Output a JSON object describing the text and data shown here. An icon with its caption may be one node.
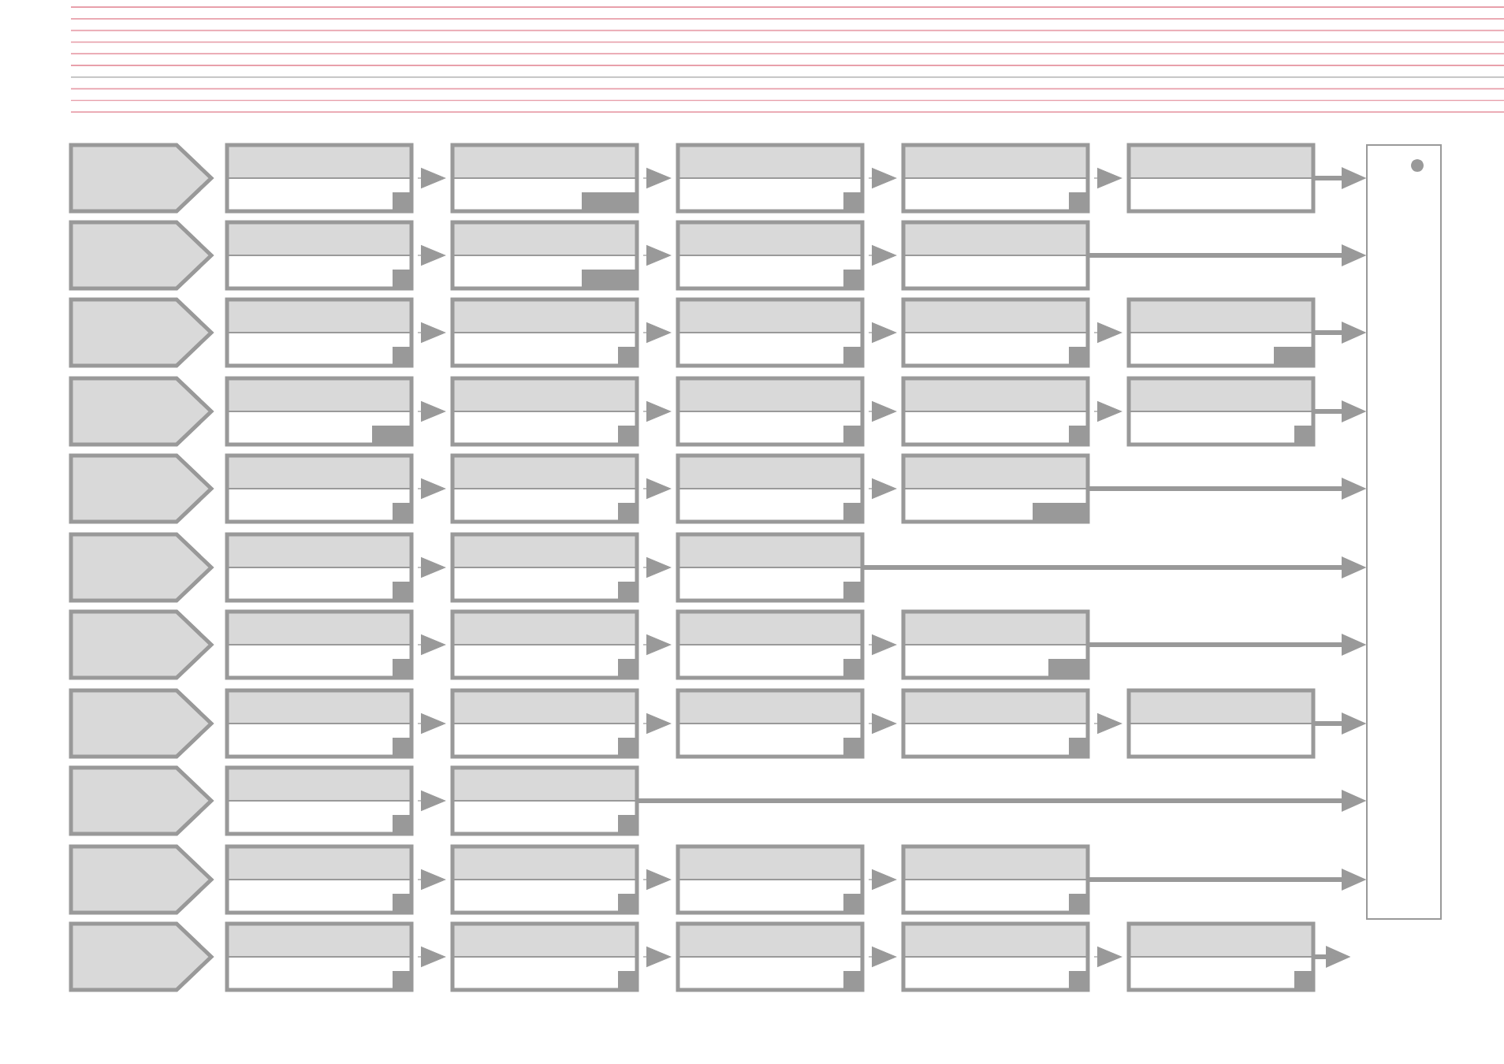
{
  "diagram": {
    "nodes": [
      {
        "text": [],
        "shape": "pentagon"
      },
      {
        "text": [],
        "shape": "box"
      },
      {
        "text": [],
        "shape": "box"
      },
      {
        "text": [],
        "shape": "box"
      },
      {
        "text": [],
        "shape": "box"
      },
      {
        "text": [],
        "shape": "box"
      },
      {
        "text": [],
        "shape": "pentagon"
      },
      {
        "text": [],
        "shape": "box"
      },
      {
        "text": [],
        "shape": "box"
      },
      {
        "text": [],
        "shape": "box"
      },
      {
        "text": [],
        "shape": "box"
      },
      {
        "text": [],
        "shape": "pentagon"
      },
      {
        "text": [],
        "shape": "box"
      },
      {
        "text": [],
        "shape": "box"
      },
      {
        "text": [],
        "shape": "box"
      },
      {
        "text": [],
        "shape": "box"
      },
      {
        "text": [],
        "shape": "box"
      },
      {
        "text": [],
        "shape": "pentagon"
      },
      {
        "text": [],
        "shape": "box"
      },
      {
        "text": [],
        "shape": "box"
      },
      {
        "text": [],
        "shape": "box"
      },
      {
        "text": [],
        "shape": "box"
      },
      {
        "text": [],
        "shape": "box"
      },
      {
        "text": [],
        "shape": "pentagon"
      },
      {
        "text": [],
        "shape": "box"
      },
      {
        "text": [],
        "shape": "box"
      },
      {
        "text": [],
        "shape": "box"
      },
      {
        "text": [],
        "shape": "box"
      },
      {
        "text": [],
        "shape": "pentagon"
      },
      {
        "text": [],
        "shape": "box"
      },
      {
        "text": [],
        "shape": "box"
      },
      {
        "text": [],
        "shape": "box"
      },
      {
        "text": [],
        "shape": "pentagon"
      },
      {
        "text": [],
        "shape": "box"
      },
      {
        "text": [],
        "shape": "box"
      },
      {
        "text": [],
        "shape": "box"
      },
      {
        "text": [],
        "shape": "box"
      },
      {
        "text": [],
        "shape": "pentagon"
      },
      {
        "text": [],
        "shape": "box"
      },
      {
        "text": [],
        "shape": "box"
      },
      {
        "text": [],
        "shape": "box"
      },
      {
        "text": [],
        "shape": "box"
      },
      {
        "text": [],
        "shape": "box"
      },
      {
        "text": [],
        "shape": "pentagon"
      },
      {
        "text": [],
        "shape": "box"
      },
      {
        "text": [],
        "shape": "box"
      },
      {
        "text": [],
        "shape": "pentagon"
      },
      {
        "text": [],
        "shape": "box"
      },
      {
        "text": [],
        "shape": "box"
      },
      {
        "text": [],
        "shape": "box"
      },
      {
        "text": [],
        "shape": "box"
      },
      {
        "text": [],
        "shape": "pentagon"
      },
      {
        "text": [],
        "shape": "box"
      },
      {
        "text": [],
        "shape": "box"
      },
      {
        "text": [],
        "shape": "box"
      },
      {
        "text": [],
        "shape": "box"
      },
      {
        "text": [],
        "shape": "box"
      },
      {
        "text": [],
        "shape": "bar"
      }
    ],
    "edges": [
      {
        "from": 1,
        "to": 2,
        "arrow": "to"
      },
      {
        "from": 2,
        "to": 3,
        "arrow": "to"
      },
      {
        "from": 3,
        "to": 4,
        "arrow": "to"
      },
      {
        "from": 4,
        "to": 5,
        "arrow": "to"
      },
      {
        "from": 5,
        "to": 57,
        "arrow": "to",
        "style": "thick"
      },
      {
        "from": 7,
        "to": 8,
        "arrow": "to"
      },
      {
        "from": 8,
        "to": 9,
        "arrow": "to"
      },
      {
        "from": 9,
        "to": 10,
        "arrow": "to"
      },
      {
        "from": 10,
        "to": 57,
        "arrow": "to",
        "style": "thick"
      },
      {
        "from": 12,
        "to": 13,
        "arrow": "to"
      },
      {
        "from": 13,
        "to": 14,
        "arrow": "to"
      },
      {
        "from": 14,
        "to": 15,
        "arrow": "to"
      },
      {
        "from": 15,
        "to": 16,
        "arrow": "to"
      },
      {
        "from": 16,
        "to": 57,
        "arrow": "to",
        "style": "thick"
      },
      {
        "from": 18,
        "to": 19,
        "arrow": "to"
      },
      {
        "from": 19,
        "to": 20,
        "arrow": "to"
      },
      {
        "from": 20,
        "to": 21,
        "arrow": "to"
      },
      {
        "from": 21,
        "to": 22,
        "arrow": "to"
      },
      {
        "from": 22,
        "to": 57,
        "arrow": "to",
        "style": "thick"
      },
      {
        "from": 24,
        "to": 25,
        "arrow": "to"
      },
      {
        "from": 25,
        "to": 26,
        "arrow": "to"
      },
      {
        "from": 26,
        "to": 27,
        "arrow": "to"
      },
      {
        "from": 27,
        "to": 57,
        "arrow": "to",
        "style": "thick"
      },
      {
        "from": 29,
        "to": 30,
        "arrow": "to"
      },
      {
        "from": 30,
        "to": 31,
        "arrow": "to"
      },
      {
        "from": 31,
        "to": 57,
        "arrow": "to",
        "style": "thick"
      },
      {
        "from": 33,
        "to": 34,
        "arrow": "to"
      },
      {
        "from": 34,
        "to": 35,
        "arrow": "to"
      },
      {
        "from": 35,
        "to": 36,
        "arrow": "to"
      },
      {
        "from": 36,
        "to": 57,
        "arrow": "to",
        "style": "thick"
      },
      {
        "from": 38,
        "to": 39,
        "arrow": "to"
      },
      {
        "from": 39,
        "to": 40,
        "arrow": "to"
      },
      {
        "from": 40,
        "to": 41,
        "arrow": "to"
      },
      {
        "from": 41,
        "to": 42,
        "arrow": "to"
      },
      {
        "from": 42,
        "to": 57,
        "arrow": "to",
        "style": "thick"
      },
      {
        "from": 44,
        "to": 45,
        "arrow": "to"
      },
      {
        "from": 45,
        "to": 57,
        "arrow": "to",
        "style": "thick"
      },
      {
        "from": 47,
        "to": 48,
        "arrow": "to"
      },
      {
        "from": 48,
        "to": 49,
        "arrow": "to"
      },
      {
        "from": 49,
        "to": 50,
        "arrow": "to"
      },
      {
        "from": 50,
        "to": 57,
        "arrow": "to",
        "style": "thick"
      },
      {
        "from": 52,
        "to": 53,
        "arrow": "to"
      },
      {
        "from": 53,
        "to": 54,
        "arrow": "to"
      },
      {
        "from": 54,
        "to": 55,
        "arrow": "to"
      },
      {
        "from": 55,
        "to": 56,
        "arrow": "to"
      },
      {
        "from": 56,
        "to": null,
        "arrow": "to",
        "style": "thick"
      }
    ]
  }
}
